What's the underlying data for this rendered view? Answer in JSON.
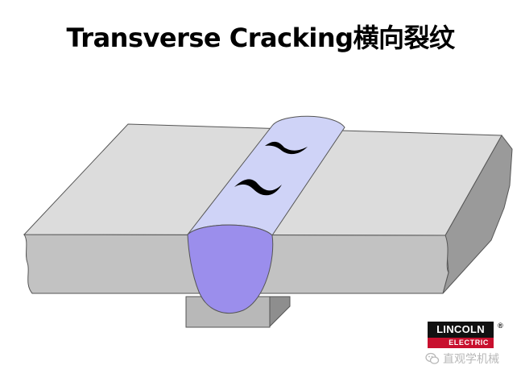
{
  "slide": {
    "title": "Transverse Cracking横向裂纹"
  },
  "logo": {
    "line1": "LINCOLN",
    "line2": "ELECTRIC",
    "mark": "®"
  },
  "watermark": {
    "text": "直观学机械",
    "icon": "wechat-icon"
  },
  "colors": {
    "plate_top": "#dcdcdc",
    "plate_front": "#c2c2c2",
    "plate_side": "#9a9a9a",
    "backing_bar": "#b8b8b8",
    "weld_bead_top": "#cfd3f7",
    "weld_bead_section": "#9b8eec",
    "crack": "#000000",
    "logo_black": "#111111",
    "logo_red": "#c8102e"
  }
}
